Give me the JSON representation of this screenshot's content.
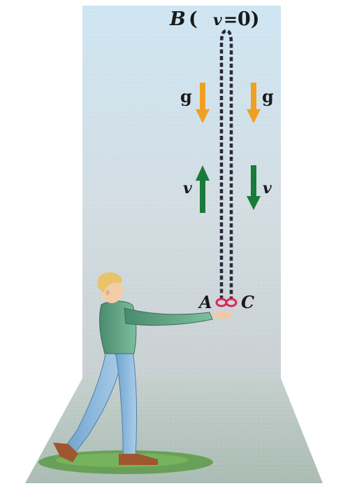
{
  "labels": {
    "b_letter": "B",
    "b_condition_open": "(",
    "b_condition_var": "v",
    "b_condition_eq": "=",
    "b_condition_val": "0)",
    "point_a": "A",
    "point_c": "C",
    "g_left": "g",
    "g_right": "g",
    "v_left": "v",
    "v_right": "v"
  },
  "colors": {
    "gravity_arrow": "#f0a020",
    "velocity_arrow": "#1a7a3a",
    "path": "#2a2a3a",
    "ball": "#d8285a",
    "sky_top": "#cfe6f2",
    "sky_bottom": "#c8d2d4",
    "floor": "#b8c8c2",
    "grass": "#5c9a48"
  },
  "icons": {
    "person": "person-throwing-ball-icon"
  }
}
